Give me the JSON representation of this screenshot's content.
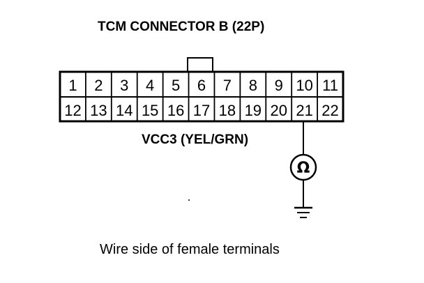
{
  "title": "TCM CONNECTOR B (22P)",
  "signal_label": "VCC3 (YEL/GRN)",
  "caption": "Wire side of female terminals",
  "connector": {
    "top_row": [
      "1",
      "2",
      "3",
      "4",
      "5",
      "6",
      "7",
      "8",
      "9",
      "10",
      "11"
    ],
    "bottom_row": [
      "12",
      "13",
      "14",
      "15",
      "16",
      "17",
      "18",
      "19",
      "20",
      "21",
      "22"
    ],
    "probe_terminal": "21"
  },
  "meter": {
    "symbol": "Ω",
    "icon": "ohmmeter-icon"
  },
  "ground": {
    "icon": "ground-icon"
  }
}
